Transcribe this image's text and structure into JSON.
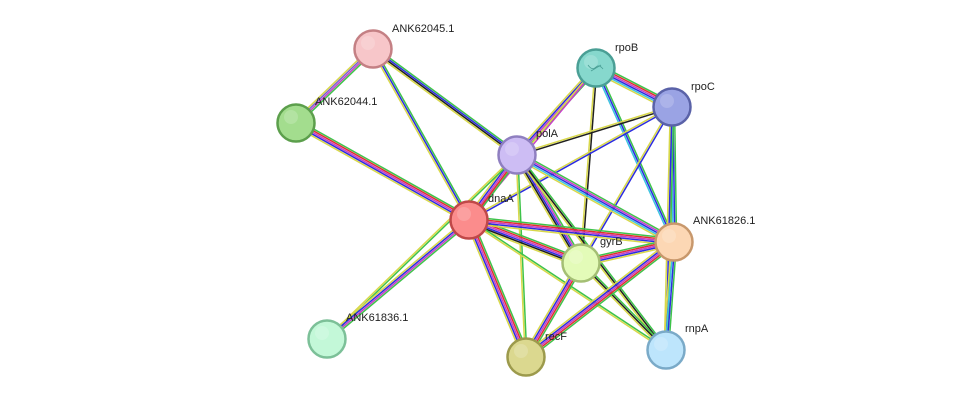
{
  "network": {
    "nodes": [
      {
        "id": "ANK62045.1",
        "label": "ANK62045.1",
        "color": "#f7c6c9",
        "stroke": "#c48084"
      },
      {
        "id": "ANK62044.1",
        "label": "ANK62044.1",
        "color": "#a3dd8e",
        "stroke": "#5c9f4c"
      },
      {
        "id": "rpoB",
        "label": "rpoB",
        "color": "#86d8cd",
        "stroke": "#4a9f95"
      },
      {
        "id": "rpoC",
        "label": "rpoC",
        "color": "#9aa3e4",
        "stroke": "#5a62a8"
      },
      {
        "id": "polA",
        "label": "polA",
        "color": "#cdbdf4",
        "stroke": "#8f7fc0"
      },
      {
        "id": "dnaA",
        "label": "dnaA",
        "color": "#fb8c8c",
        "stroke": "#c04848"
      },
      {
        "id": "gyrB",
        "label": "gyrB",
        "color": "#e3fbb8",
        "stroke": "#a4bf74"
      },
      {
        "id": "ANK61826.1",
        "label": "ANK61826.1",
        "color": "#fcd7b4",
        "stroke": "#c8986c"
      },
      {
        "id": "ANK61836.1",
        "label": "ANK61836.1",
        "color": "#c3f8d8",
        "stroke": "#7cc098"
      },
      {
        "id": "recF",
        "label": "recF",
        "color": "#dbd88f",
        "stroke": "#9c9a4c"
      },
      {
        "id": "rnpA",
        "label": "rnpA",
        "color": "#bde5fc",
        "stroke": "#7aaac8"
      }
    ],
    "edges": [
      {
        "source": "ANK62045.1",
        "target": "ANK62044.1",
        "colors": [
          "#3ec34a",
          "#c840c8",
          "#7a5fd1",
          "#d8d84a"
        ]
      },
      {
        "source": "ANK62045.1",
        "target": "polA",
        "colors": [
          "#3ec34a",
          "#2c2ce0",
          "#1f1f1f",
          "#d8d84a"
        ]
      },
      {
        "source": "ANK62045.1",
        "target": "dnaA",
        "colors": [
          "#3ec34a",
          "#2c2ce0",
          "#d8d84a"
        ]
      },
      {
        "source": "ANK62044.1",
        "target": "dnaA",
        "colors": [
          "#3ec34a",
          "#e03030",
          "#c840c8",
          "#2c2ce0",
          "#d8d84a"
        ]
      },
      {
        "source": "rpoB",
        "target": "rpoC",
        "colors": [
          "#3ec34a",
          "#e03030",
          "#c840c8",
          "#2c2ce0",
          "#3ec3e0",
          "#d8d84a"
        ]
      },
      {
        "source": "rpoB",
        "target": "polA",
        "colors": [
          "#3ec34a",
          "#c840c8",
          "#2c2ce0",
          "#d8d84a"
        ]
      },
      {
        "source": "rpoB",
        "target": "gyrB",
        "colors": [
          "#1f1f1f",
          "#d8d84a"
        ]
      },
      {
        "source": "rpoB",
        "target": "ANK61826.1",
        "colors": [
          "#3ec34a",
          "#2c2ce0",
          "#3ec3e0"
        ]
      },
      {
        "source": "rpoB",
        "target": "dnaA",
        "colors": [
          "#c840c8",
          "#d8d84a"
        ]
      },
      {
        "source": "rpoC",
        "target": "polA",
        "colors": [
          "#1f1f1f",
          "#d8d84a"
        ]
      },
      {
        "source": "rpoC",
        "target": "gyrB",
        "colors": [
          "#2c2ce0",
          "#d8d84a"
        ]
      },
      {
        "source": "rpoC",
        "target": "ANK61826.1",
        "colors": [
          "#3ec34a",
          "#2c2ce0",
          "#3ec3e0",
          "#d8d84a"
        ]
      },
      {
        "source": "rpoC",
        "target": "dnaA",
        "colors": [
          "#2c2ce0",
          "#d8d84a"
        ]
      },
      {
        "source": "rpoC",
        "target": "rnpA",
        "colors": [
          "#3ec34a",
          "#2c2ce0",
          "#d8d84a"
        ]
      },
      {
        "source": "polA",
        "target": "dnaA",
        "colors": [
          "#3ec34a",
          "#e03030",
          "#c840c8",
          "#2c2ce0",
          "#d8d84a"
        ]
      },
      {
        "source": "polA",
        "target": "gyrB",
        "colors": [
          "#3ec34a",
          "#c840c8",
          "#2c2ce0",
          "#1f1f1f",
          "#d8d84a"
        ]
      },
      {
        "source": "polA",
        "target": "ANK61826.1",
        "colors": [
          "#3ec34a",
          "#c840c8",
          "#2c2ce0",
          "#3ec3e0",
          "#d8d84a"
        ]
      },
      {
        "source": "polA",
        "target": "recF",
        "colors": [
          "#3ec34a",
          "#d8d84a"
        ]
      },
      {
        "source": "polA",
        "target": "rnpA",
        "colors": [
          "#3ec34a",
          "#1f1f1f",
          "#d8d84a"
        ]
      },
      {
        "source": "polA",
        "target": "ANK61836.1",
        "colors": [
          "#3ec34a",
          "#d8d84a"
        ]
      },
      {
        "source": "dnaA",
        "target": "gyrB",
        "colors": [
          "#3ec34a",
          "#e03030",
          "#c840c8",
          "#2c2ce0",
          "#1f1f1f",
          "#d8d84a"
        ]
      },
      {
        "source": "dnaA",
        "target": "ANK61826.1",
        "colors": [
          "#3ec34a",
          "#e03030",
          "#c840c8",
          "#2c2ce0",
          "#d8d84a"
        ]
      },
      {
        "source": "dnaA",
        "target": "recF",
        "colors": [
          "#3ec34a",
          "#e03030",
          "#c840c8",
          "#2c2ce0",
          "#d8d84a"
        ]
      },
      {
        "source": "dnaA",
        "target": "rnpA",
        "colors": [
          "#3ec34a",
          "#d8d84a"
        ]
      },
      {
        "source": "dnaA",
        "target": "ANK61836.1",
        "colors": [
          "#3ec34a",
          "#c840c8",
          "#2c2ce0",
          "#d8d84a"
        ]
      },
      {
        "source": "gyrB",
        "target": "ANK61826.1",
        "colors": [
          "#3ec34a",
          "#e03030",
          "#c840c8",
          "#2c2ce0",
          "#d8d84a"
        ]
      },
      {
        "source": "gyrB",
        "target": "recF",
        "colors": [
          "#3ec34a",
          "#e03030",
          "#c840c8",
          "#2c2ce0",
          "#d8d84a"
        ]
      },
      {
        "source": "gyrB",
        "target": "rnpA",
        "colors": [
          "#3ec34a",
          "#1f1f1f",
          "#d8d84a"
        ]
      },
      {
        "source": "ANK61826.1",
        "target": "rnpA",
        "colors": [
          "#3ec34a",
          "#2c2ce0",
          "#3ec3e0",
          "#d8d84a"
        ]
      },
      {
        "source": "ANK61826.1",
        "target": "recF",
        "colors": [
          "#3ec34a",
          "#e03030",
          "#c840c8",
          "#2c2ce0",
          "#d8d84a"
        ]
      }
    ]
  }
}
